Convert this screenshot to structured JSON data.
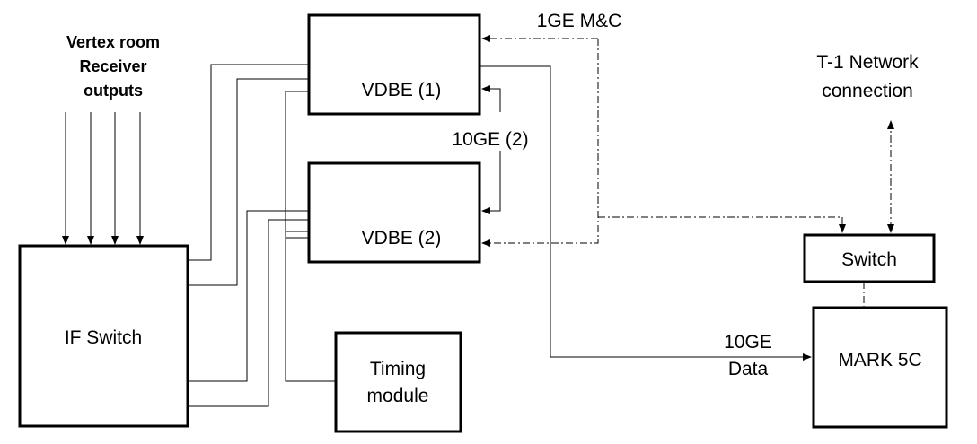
{
  "inputs": {
    "line1": "Vertex room",
    "line2": "Receiver",
    "line3": "outputs"
  },
  "boxes": {
    "vdbe1": "VDBE (1)",
    "vdbe2": "VDBE (2)",
    "if_switch": "IF Switch",
    "timing_line1": "Timing",
    "timing_line2": "module",
    "switch": "Switch",
    "mark5c": "MARK 5C"
  },
  "links": {
    "mc": "1GE  M&C",
    "tengig_2": "10GE (2)",
    "network_line1": "T-1 Network",
    "network_line2": "connection",
    "data_line1": "10GE",
    "data_line2": "Data"
  }
}
